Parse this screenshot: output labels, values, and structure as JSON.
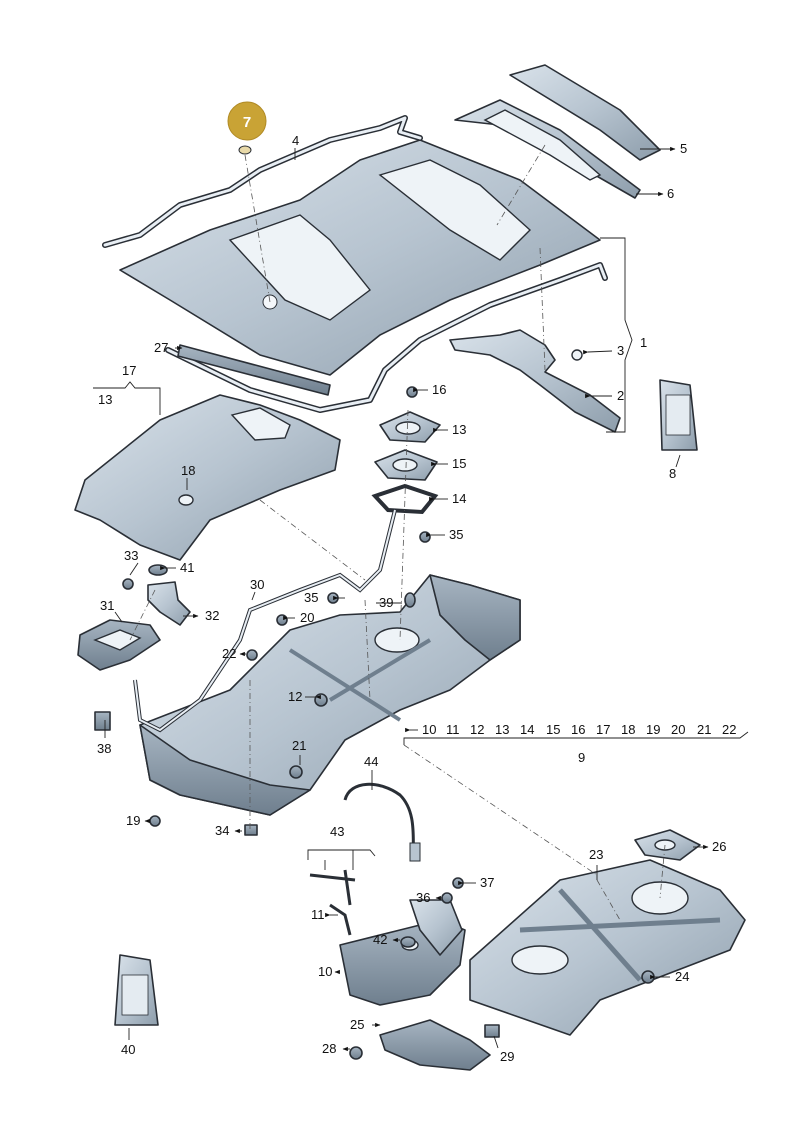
{
  "highlight": {
    "label": "7",
    "color": "#c9a335"
  },
  "labels": {
    "l1": "1",
    "l2": "2",
    "l3": "3",
    "l4": "4",
    "l5": "5",
    "l6": "6",
    "l8": "8",
    "l9": "9",
    "l10a": "10",
    "l10": "10",
    "l11a": "11",
    "l11": "11",
    "l12a": "12",
    "l12": "12",
    "l13a": "13",
    "l13": "13",
    "l13b": "13",
    "l14a": "14",
    "l14": "14",
    "l15a": "15",
    "l15": "15",
    "l16a": "16",
    "l16": "16",
    "l17": "17",
    "l17a": "17",
    "l18a": "18",
    "l18": "18",
    "l19a": "19",
    "l19": "19",
    "l20a": "20",
    "l20": "20",
    "l21a": "21",
    "l21": "21",
    "l22a": "22",
    "l22": "22",
    "l23": "23",
    "l24": "24",
    "l25": "25",
    "l26": "26",
    "l27": "27",
    "l28": "28",
    "l29": "29",
    "l30": "30",
    "l31": "31",
    "l32": "32",
    "l33": "33",
    "l34": "34",
    "l35a": "35",
    "l35": "35",
    "l36": "36",
    "l37": "37",
    "l38": "38",
    "l39": "39",
    "l40": "40",
    "l41": "41",
    "l42": "42",
    "l43": "43",
    "l44": "44"
  }
}
